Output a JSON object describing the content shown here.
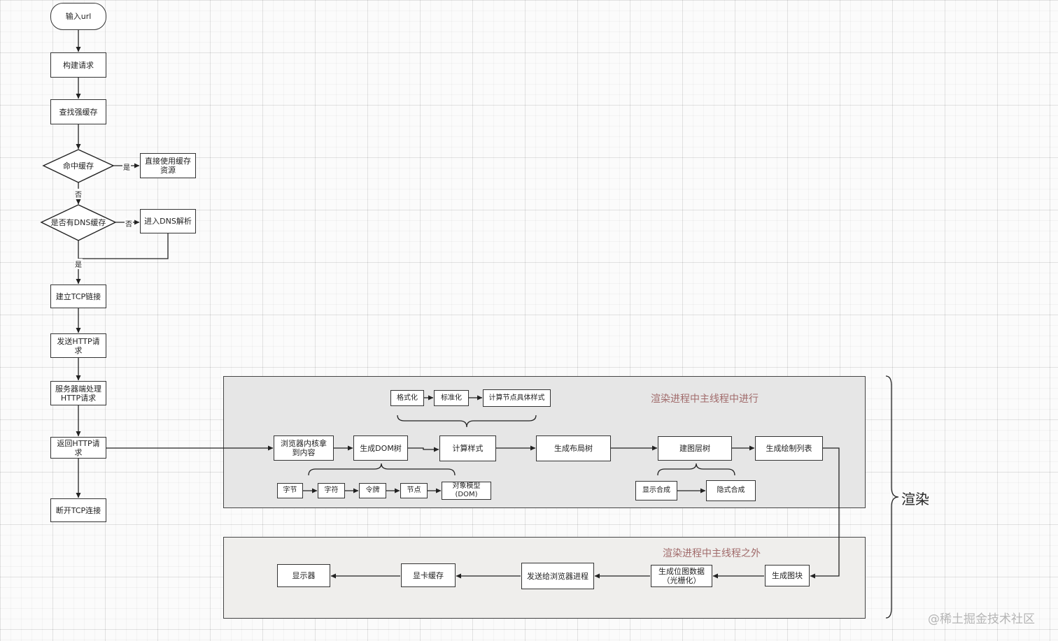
{
  "main_flow": {
    "input_url": "输入url",
    "build_request": "构建请求",
    "find_strong_cache": "查找强缓存",
    "hit_cache": "命中缓存",
    "use_cache": "直接使用缓存\n资源",
    "has_dns_cache": "是否有DNS缓存",
    "dns_resolve": "进入DNS解析",
    "tcp_connect": "建立TCP链接",
    "send_http": "发送HTTP请\n求",
    "server_handle": "服务器端处理\nHTTP请求",
    "return_http": "返回HTTP请\n求",
    "tcp_close": "断开TCP连接"
  },
  "edge_labels": {
    "yes_1": "是",
    "no_1": "否",
    "no_2": "否",
    "yes_2": "是"
  },
  "render_main": {
    "title": "渲染进程中主线程中进行",
    "format": "格式化",
    "normalize": "标准化",
    "compute_node_styles": "计算节点具体样式",
    "receive_content": "浏览器内核拿\n到内容",
    "gen_dom": "生成DOM树",
    "compute_style": "计算样式",
    "gen_layout": "生成布局树",
    "build_layers": "建图层树",
    "gen_paint_list": "生成绘制列表",
    "bytes": "字节",
    "chars": "字符",
    "tokens": "令牌",
    "nodes": "节点",
    "object_model": "对象模型\n(DOM)",
    "explicit_composite": "显示合成",
    "implicit_composite": "隐式合成"
  },
  "render_outside": {
    "title": "渲染进程中主线程之外",
    "gen_tiles": "生成图块",
    "gen_bitmap": "生成位图数据\n（光栅化）",
    "send_browser": "发送给浏览器进程",
    "gpu_cache": "显卡缓存",
    "display": "显示器"
  },
  "brace_label": "渲染",
  "watermark": "@稀土掘金技术社区"
}
